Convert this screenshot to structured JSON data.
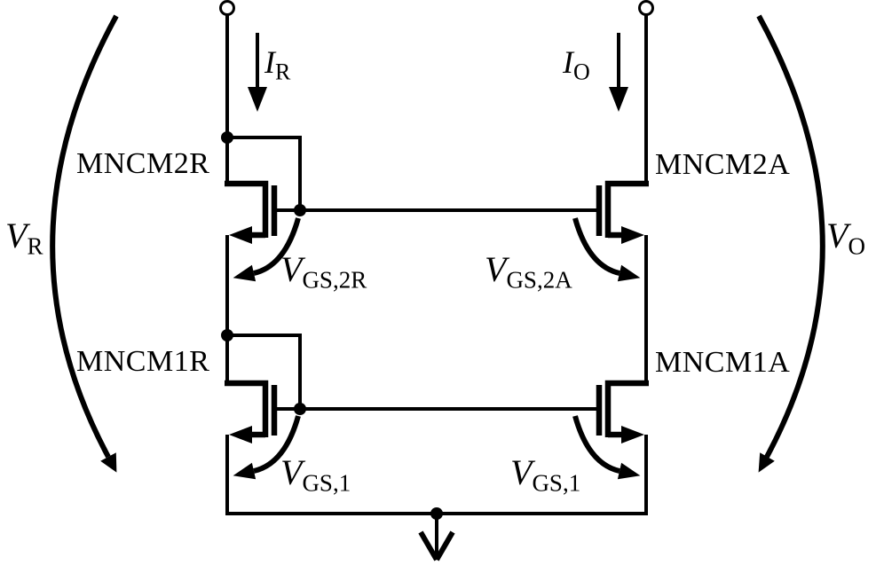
{
  "schematic": {
    "colors": {
      "ink": "#000000",
      "background": "#ffffff"
    },
    "transistors": {
      "top_left": {
        "label": "MNCM2R"
      },
      "top_right": {
        "label": "MNCM2A"
      },
      "bottom_left": {
        "label": "MNCM1R"
      },
      "bottom_right": {
        "label": "MNCM1A"
      }
    },
    "currents": {
      "reference": {
        "base": "I",
        "sub": "R"
      },
      "output": {
        "base": "I",
        "sub": "O"
      }
    },
    "port_voltages": {
      "reference": {
        "base": "V",
        "sub": "R"
      },
      "output": {
        "base": "V",
        "sub": "O"
      }
    },
    "gs_voltages": {
      "top_left": {
        "base": "V",
        "sub": "GS,2R"
      },
      "top_right": {
        "base": "V",
        "sub": "GS,2A"
      },
      "bottom_left": {
        "base": "V",
        "sub": "GS,1"
      },
      "bottom_right": {
        "base": "V",
        "sub": "GS,1"
      }
    },
    "icons": {
      "terminal": "open circle port terminal",
      "junction": "filled connection dot",
      "current_arrow": "downward filled arrow",
      "vgs_arrow": "curved gate-source voltage arrow",
      "port_arc": "tall curved voltage arrow",
      "ground": "downward open-head arrow",
      "nmos": "n-channel mosfet symbol"
    }
  }
}
